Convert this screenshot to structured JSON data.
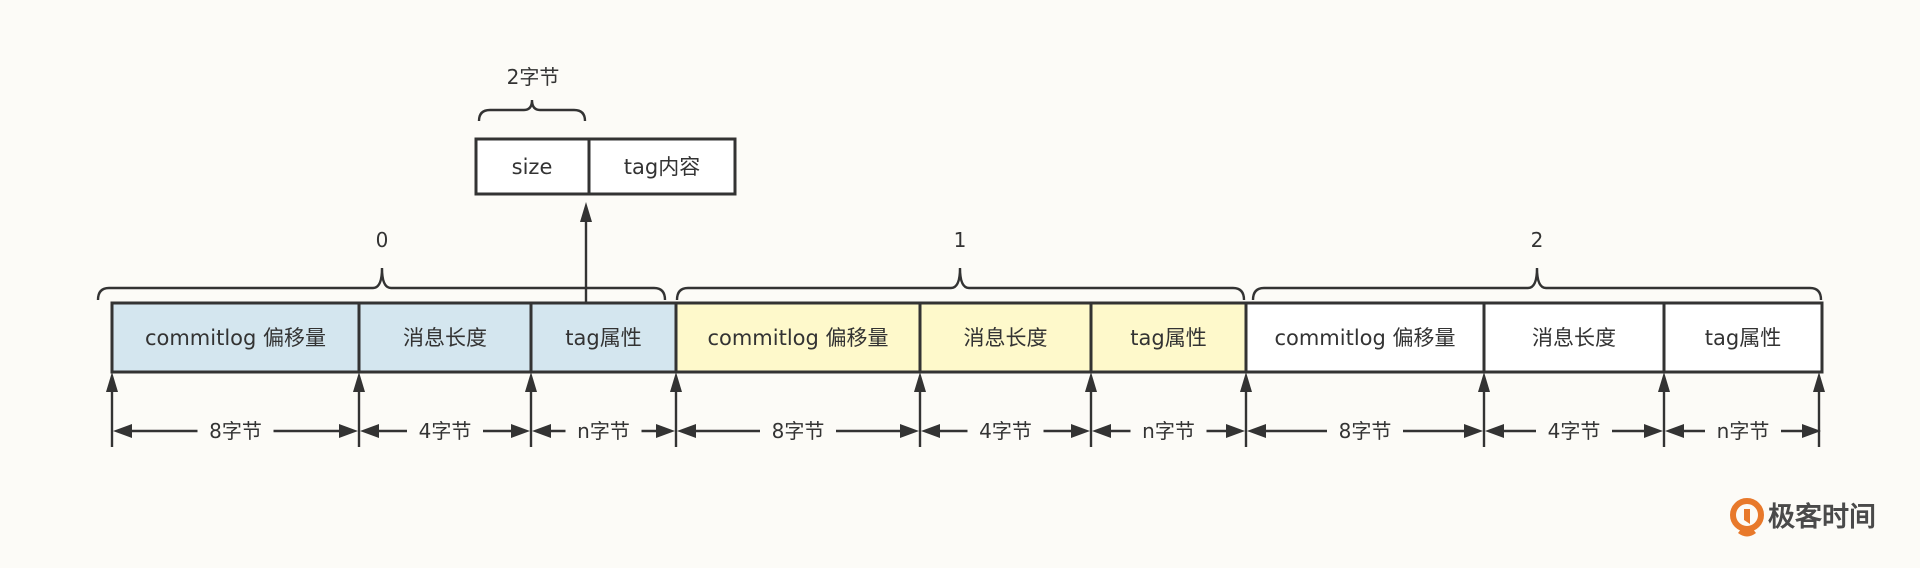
{
  "colors": {
    "background": "#fcfbf7",
    "group_fills": [
      "#d4e6ef",
      "#fef9cb",
      "#ffffff"
    ],
    "stroke": "#333333",
    "logo_orange": "#e8792b",
    "logo_text": "#4a4a4a"
  },
  "tag_detail": {
    "brace_label": "2字节",
    "fields": [
      {
        "label": "size"
      },
      {
        "label": "tag内容"
      }
    ]
  },
  "groups": [
    {
      "label": "0",
      "fields": [
        {
          "label": "commitlog 偏移量",
          "size_label": "8字节"
        },
        {
          "label": "消息长度",
          "size_label": "4字节"
        },
        {
          "label": "tag属性",
          "size_label": "n字节"
        }
      ]
    },
    {
      "label": "1",
      "fields": [
        {
          "label": "commitlog 偏移量",
          "size_label": "8字节"
        },
        {
          "label": "消息长度",
          "size_label": "4字节"
        },
        {
          "label": "tag属性",
          "size_label": "n字节"
        }
      ]
    },
    {
      "label": "2",
      "fields": [
        {
          "label": "commitlog 偏移量",
          "size_label": "8字节"
        },
        {
          "label": "消息长度",
          "size_label": "4字节"
        },
        {
          "label": "tag属性",
          "size_label": "n字节"
        }
      ]
    }
  ],
  "logo": {
    "icon": "geektime-logo-icon",
    "text": "极客时间"
  }
}
